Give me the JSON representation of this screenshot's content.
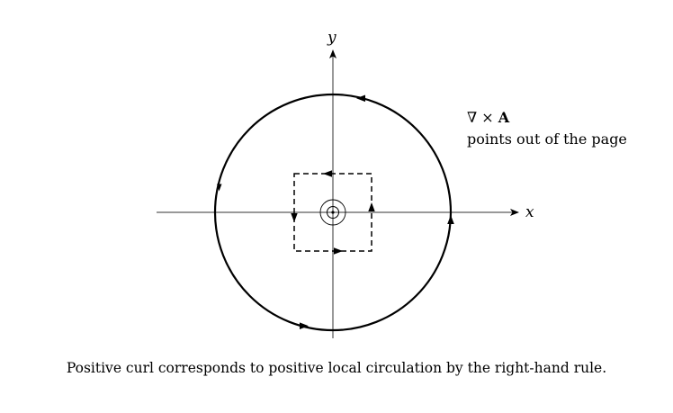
{
  "axes": {
    "x_label": "x",
    "y_label": "y"
  },
  "annotation": {
    "nabla": "∇",
    "times": "×",
    "vector": "A",
    "line2": "points out of the page"
  },
  "caption": "Positive curl corresponds to positive local circulation by the right-hand rule.",
  "colors": {
    "ink": "#000000",
    "axis": "#333333"
  }
}
